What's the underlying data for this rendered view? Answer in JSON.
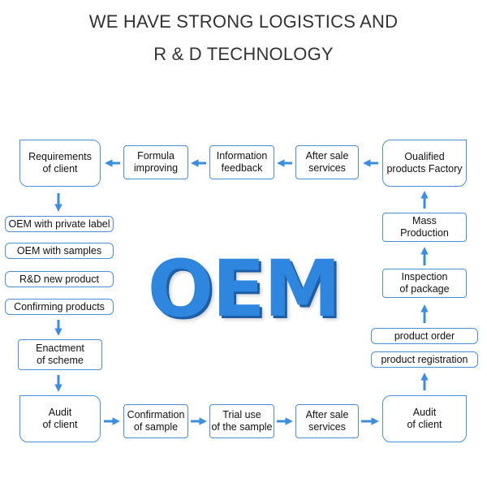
{
  "header": {
    "line1": "WE HAVE STRONG LOGISTICS AND",
    "line2": "R & D TECHNOLOGY"
  },
  "center_logo": "OEM",
  "colors": {
    "accent": "#4a90d9",
    "arrow": "#3b8de0",
    "logo": "#2f86de"
  },
  "top_row": {
    "requirements": [
      "Requirements",
      "of client"
    ],
    "formula": [
      "Formula",
      "improving"
    ],
    "information": [
      "Information",
      "feedback"
    ],
    "after_sale": [
      "After sale",
      "services"
    ],
    "qualified": [
      "Oualified",
      "products Factory"
    ]
  },
  "left_column": {
    "oem_private": "OEM with private label",
    "oem_samples": "OEM with samples",
    "rd_new": "R&D new product",
    "confirming": "Confirming products",
    "enactment": [
      "Enactment",
      "of scheme"
    ]
  },
  "right_column": {
    "mass": [
      "Mass",
      "Production"
    ],
    "inspection": [
      "Inspection",
      "of package"
    ],
    "order": "product order",
    "registration": "product registration"
  },
  "bottom_row": {
    "audit_left": [
      "Audit",
      "of client"
    ],
    "confirmation": [
      "Confirmation",
      "of sample"
    ],
    "trial": [
      "Trial use",
      "of the sample"
    ],
    "after_sale": [
      "After sale",
      "services"
    ],
    "audit_right": [
      "Audit",
      "of client"
    ]
  }
}
